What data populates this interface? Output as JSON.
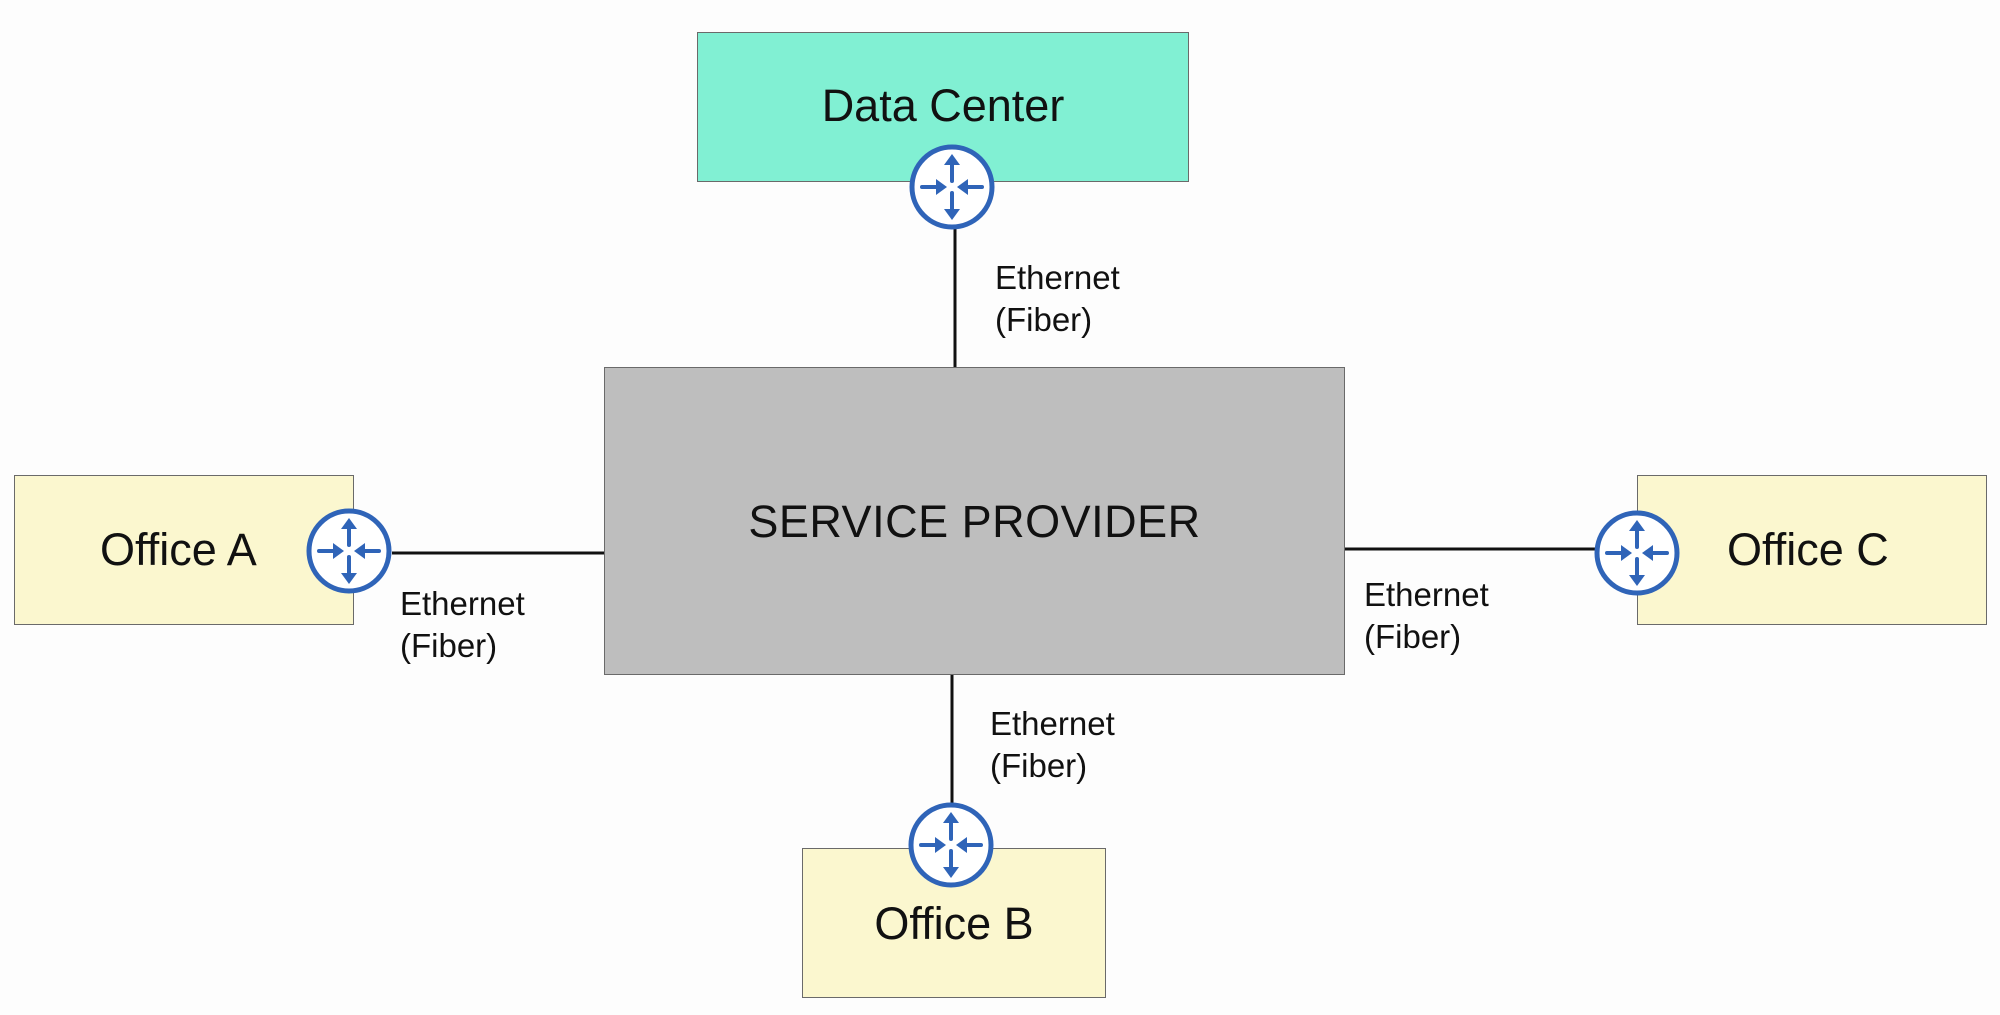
{
  "diagram": {
    "service_provider": "SERVICE PROVIDER",
    "sites": {
      "data_center": "Data Center",
      "office_a": "Office A",
      "office_b": "Office B",
      "office_c": "Office C"
    },
    "links": {
      "data_center": {
        "line1": "Ethernet",
        "line2": "(Fiber)"
      },
      "office_a": {
        "line1": "Ethernet",
        "line2": "(Fiber)"
      },
      "office_b": {
        "line1": "Ethernet",
        "line2": "(Fiber)"
      },
      "office_c": {
        "line1": "Ethernet",
        "line2": "(Fiber)"
      }
    },
    "icons": {
      "router": "router-icon"
    },
    "colors": {
      "data_center": "#81f0d3",
      "office": "#fbf7cf",
      "service_provider": "#bebebe",
      "router": "#2f64b8"
    }
  }
}
